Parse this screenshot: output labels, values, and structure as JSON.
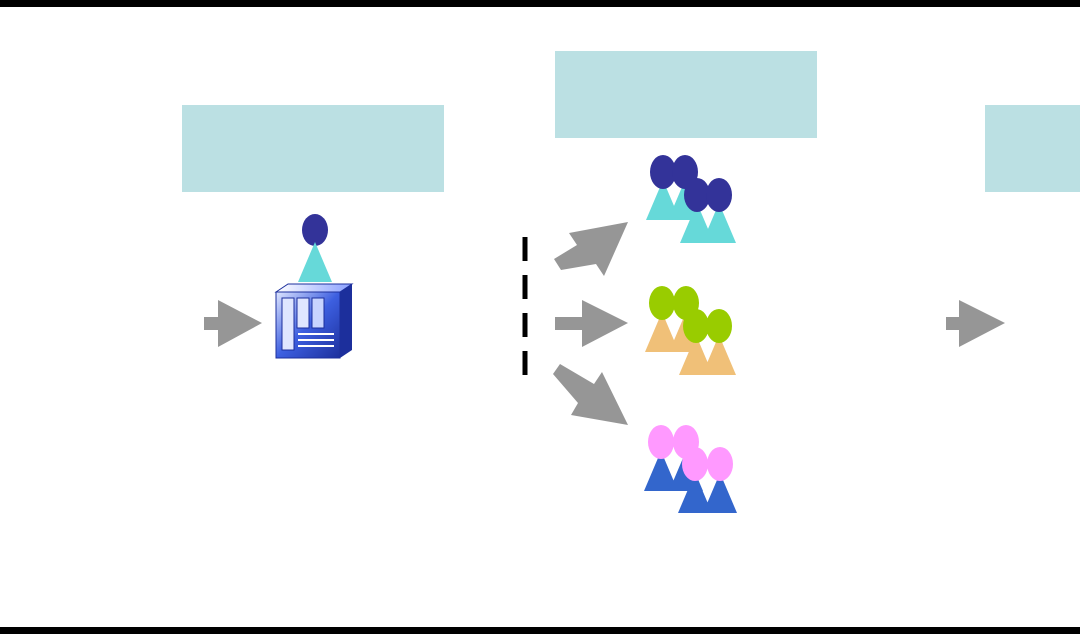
{
  "colors": {
    "box_fill": "#bbe0e3",
    "arrow": "#969696",
    "border": "#000000",
    "group_navy_head": "#333399",
    "group_navy_body": "#66d9d9",
    "group_green_head": "#99cc00",
    "group_green_body": "#f0c078",
    "group_pink_head": "#ff99ff",
    "group_pink_body": "#3366cc"
  },
  "boxes": [
    {
      "name": "label-box-left",
      "text": ""
    },
    {
      "name": "label-box-center",
      "text": ""
    },
    {
      "name": "label-box-right",
      "text": ""
    }
  ],
  "icons": [
    "person-icon",
    "server-icon",
    "people-group-icon"
  ]
}
